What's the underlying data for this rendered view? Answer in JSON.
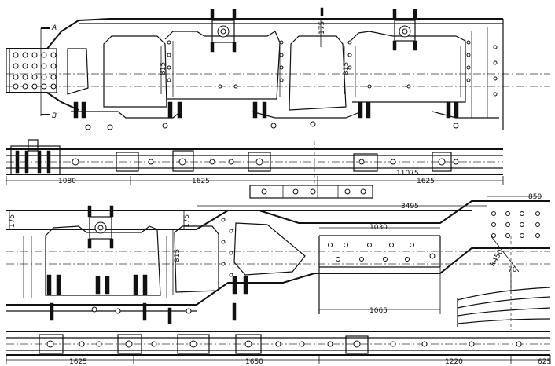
{
  "section_marks": {
    "a": "A",
    "b": "B"
  },
  "top_view": {
    "dims": {
      "d1080": "1080",
      "d1625a": "1625",
      "d11075": "11075",
      "d1625b": "1625",
      "v175": "175",
      "v815a": "815",
      "v815b": "815"
    }
  },
  "bottom_view": {
    "dims": {
      "d3495": "3495",
      "d850": "850",
      "d1030": "1030",
      "v175a": "175",
      "v175b": "175",
      "v815": "815",
      "r450": "R450",
      "v70": "70",
      "d1065": "1065",
      "d1625": "1625",
      "d1650": "1650",
      "d1220": "1220",
      "d625": "625"
    }
  }
}
